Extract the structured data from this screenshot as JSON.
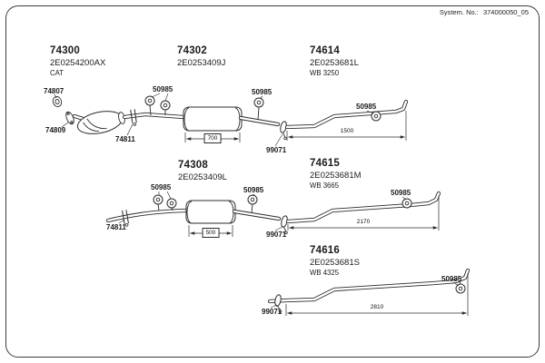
{
  "meta": {
    "system_label": "System. No.:",
    "system_value": "374000050_05"
  },
  "groups": [
    {
      "number": "74300",
      "code": "2E0254200AX",
      "note": "CAT"
    },
    {
      "number": "74302",
      "code": "2E0253409J",
      "note": ""
    },
    {
      "number": "74614",
      "code": "2E0253681L",
      "note": "WB 3250"
    },
    {
      "number": "74308",
      "code": "2E0253409L",
      "note": ""
    },
    {
      "number": "74615",
      "code": "2E0253681M",
      "note": "WB 3665"
    },
    {
      "number": "74616",
      "code": "2E0253681S",
      "note": "WB 4325"
    }
  ],
  "callouts": {
    "hanger": "50985",
    "clamp": "99071",
    "gasket": "74807",
    "flange": "74809",
    "clamp_small": "74811"
  },
  "dimensions": {
    "muffler1": "700",
    "pipe1": "1500",
    "muffler2": "500",
    "pipe2": "2170",
    "pipe3": "2810"
  }
}
